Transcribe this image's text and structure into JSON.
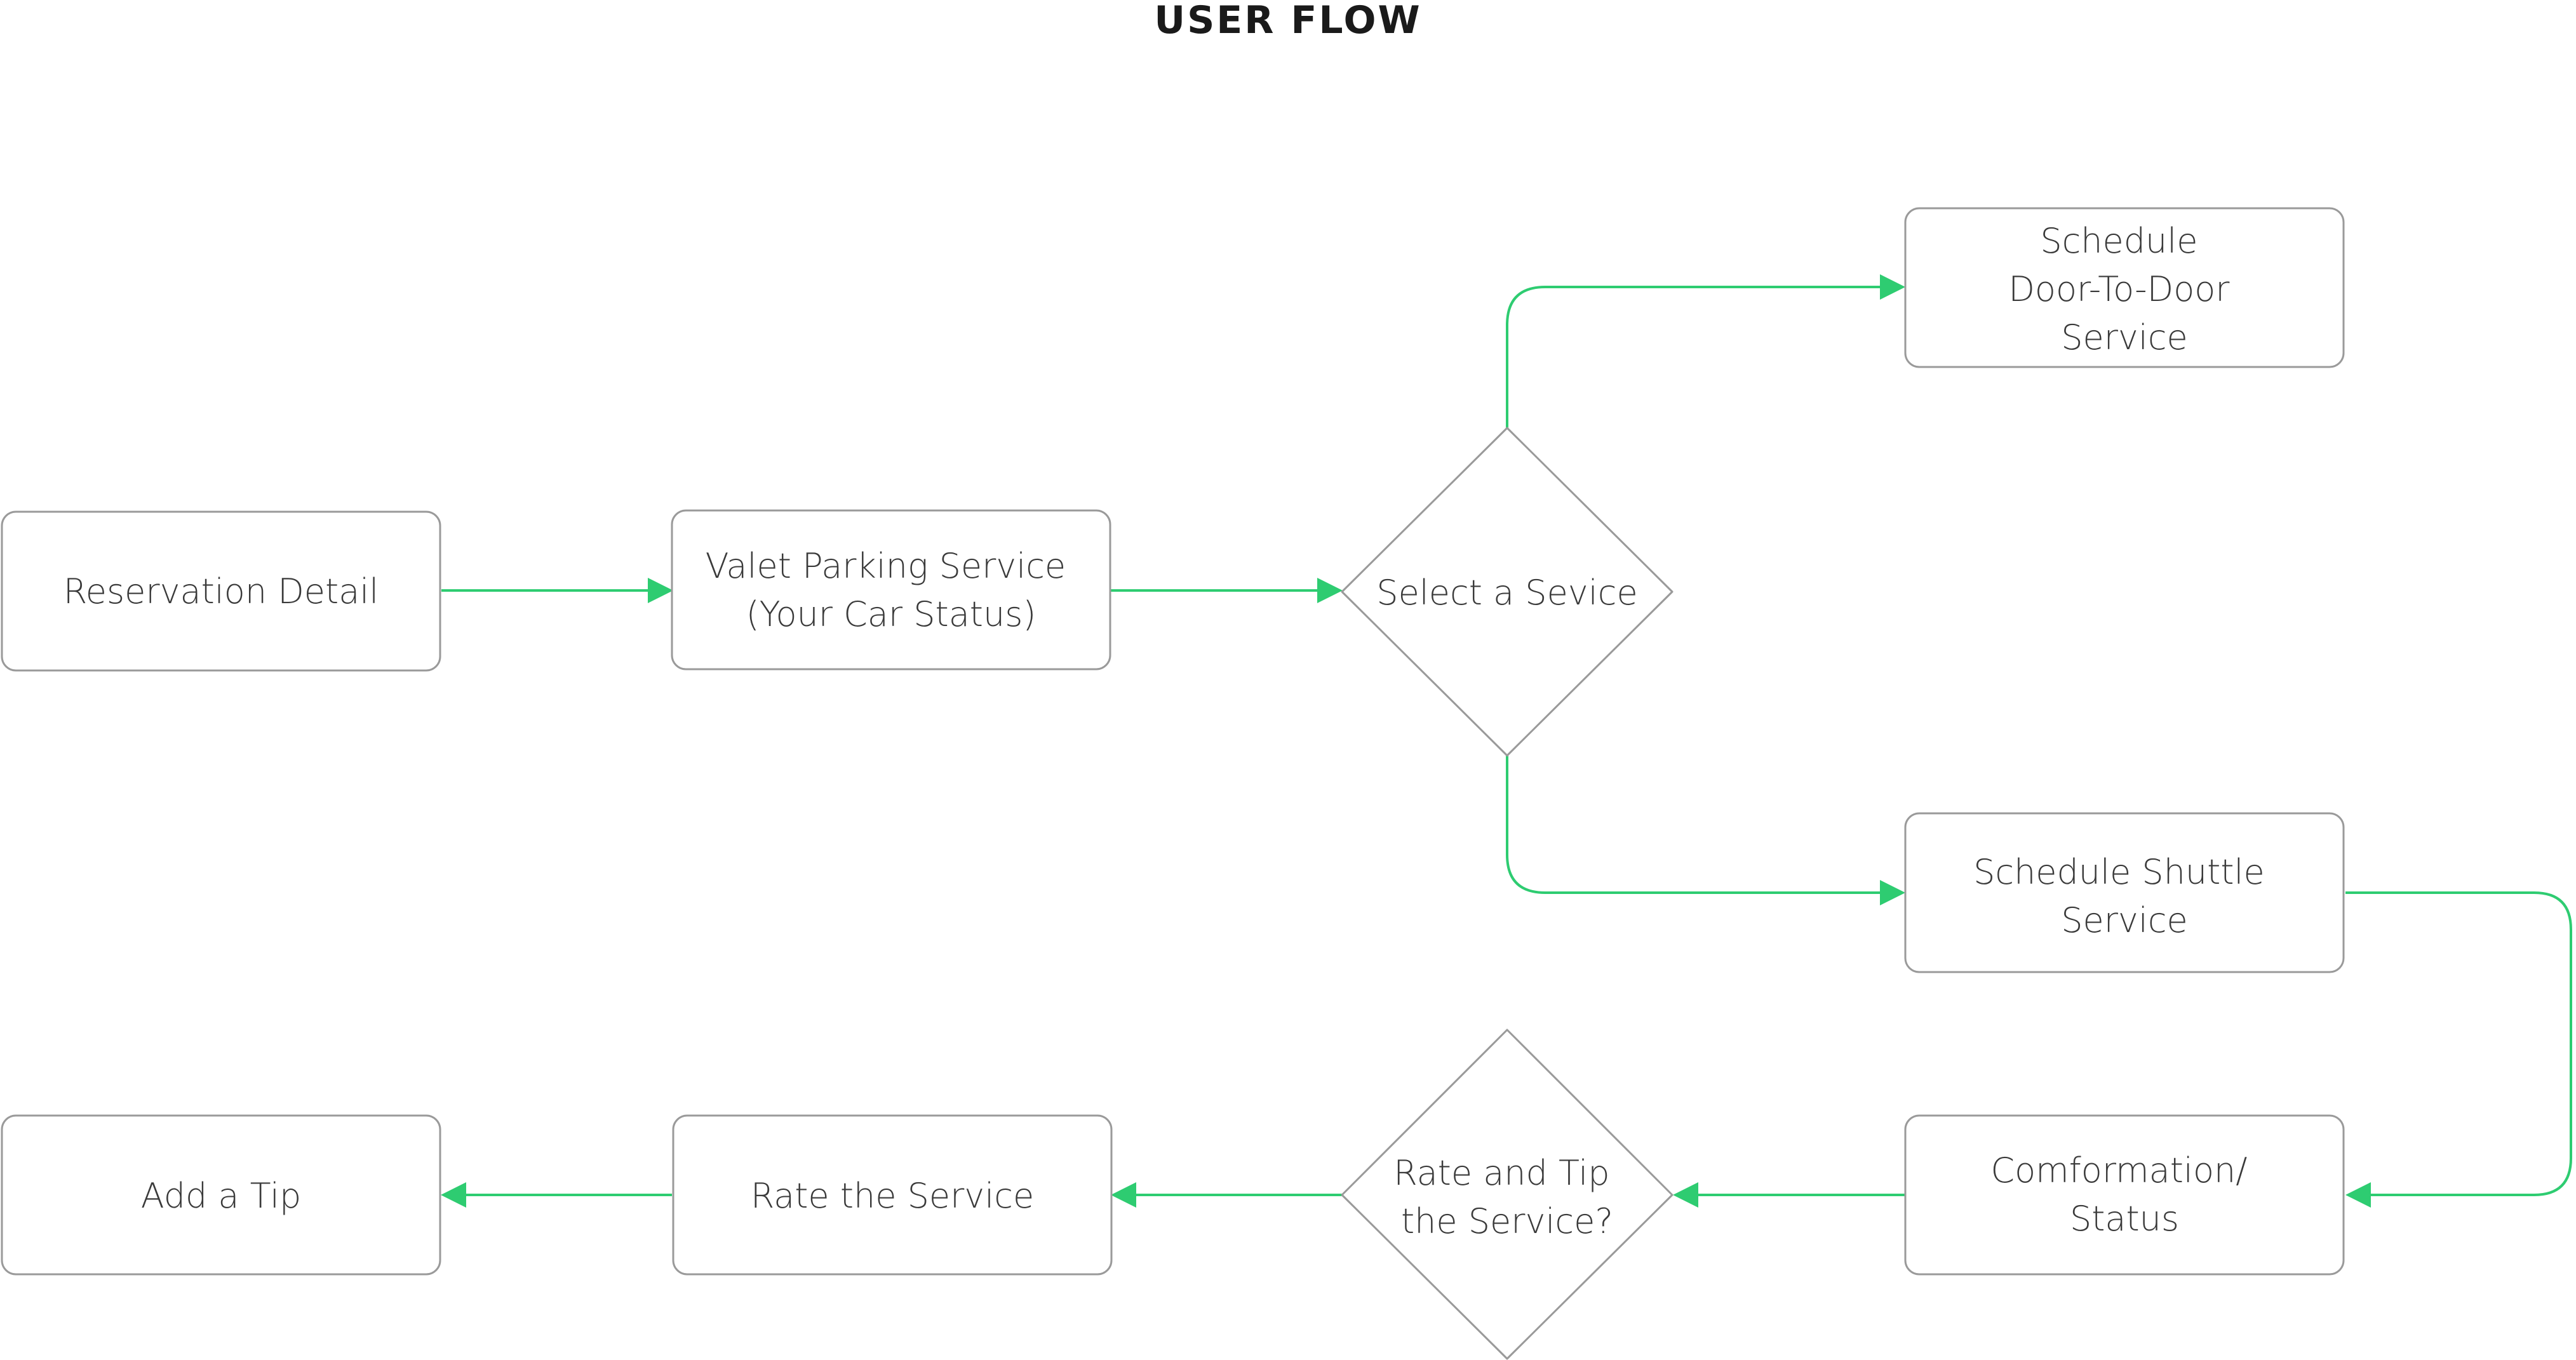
{
  "title": "USER FLOW",
  "colors": {
    "connector": "#2ecc71",
    "border": "#9a9a9a",
    "text": "#3a3a3a",
    "title": "#1a1a1a"
  },
  "nodes": {
    "reservation_detail": {
      "lines": [
        "Reservation Detail"
      ]
    },
    "valet_parking": {
      "lines": [
        "Valet Parking Service",
        "(Your Car Status)"
      ]
    },
    "select_service": {
      "lines": [
        "Select a Sevice"
      ]
    },
    "schedule_door": {
      "lines": [
        "Schedule",
        "Door-To-Door",
        "Service"
      ]
    },
    "schedule_shuttle": {
      "lines": [
        "Schedule Shuttle",
        "Service"
      ]
    },
    "confirmation": {
      "lines": [
        "Comformation/",
        "Status"
      ]
    },
    "rate_and_tip": {
      "lines": [
        "Rate and Tip",
        "the Service?"
      ]
    },
    "rate_service": {
      "lines": [
        "Rate the Service"
      ]
    },
    "add_tip": {
      "lines": [
        "Add a Tip"
      ]
    }
  }
}
